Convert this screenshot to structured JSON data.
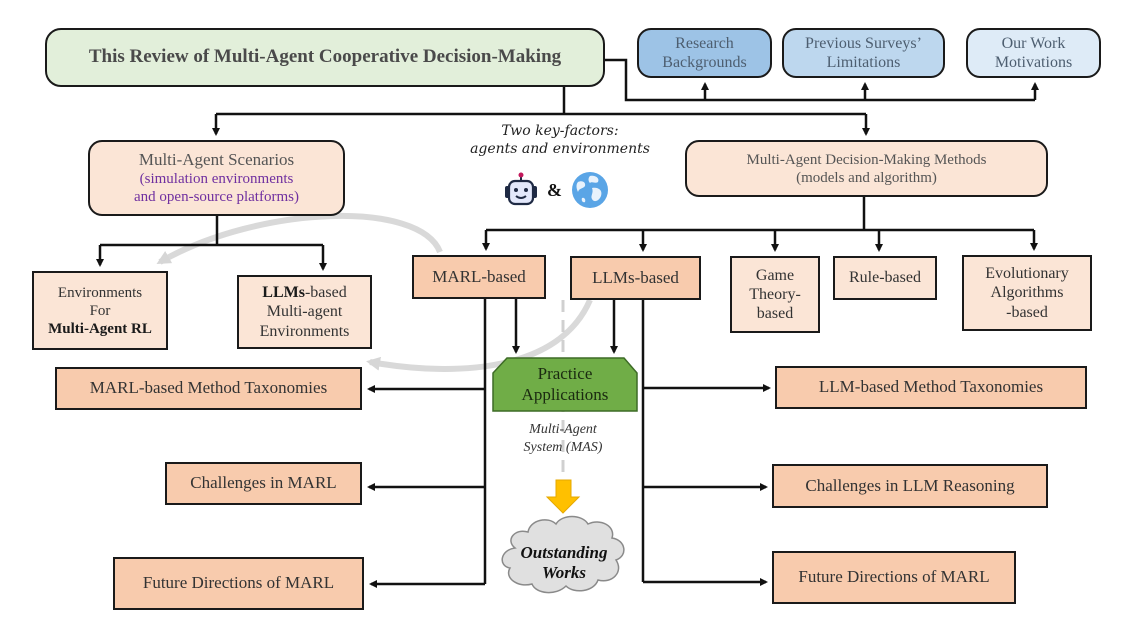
{
  "title": "This Review of Multi-Agent Cooperative Decision-Making",
  "intro_boxes": [
    {
      "line1": "Research",
      "line2": "Backgrounds",
      "color": "#9dc3e6"
    },
    {
      "line1": "Previous Surveys’",
      "line2": "Limitations",
      "color": "#bdd7ee"
    },
    {
      "line1": "Our Work",
      "line2": "Motivations",
      "color": "#deebf7"
    }
  ],
  "key_factors": {
    "line1": "Two key-factors:",
    "line2": "agents and environments",
    "ampersand": "&",
    "icons": [
      "robot-icon",
      "globe-icon"
    ]
  },
  "scenarios": {
    "title": "Multi-Agent Scenarios",
    "sub1": "(simulation environments",
    "sub2": "and open-source platforms)",
    "children": [
      {
        "line1": "Environments",
        "line2": "For",
        "line3_bold": "Multi-Agent RL"
      },
      {
        "line1_bold": "LLMs",
        "line1_rest": "-based",
        "line2": "Multi-agent",
        "line3": "Environments"
      }
    ]
  },
  "methods": {
    "title": "Multi-Agent Decision-Making Methods",
    "sub": "(models and algorithm)",
    "children": [
      {
        "label": "MARL-based"
      },
      {
        "label": "LLMs-based"
      },
      {
        "line1": "Game",
        "line2": "Theory-",
        "line3": "based"
      },
      {
        "label": "Rule-based"
      },
      {
        "line1": "Evolutionary",
        "line2": "Algorithms",
        "line3": "-based"
      }
    ]
  },
  "practice": {
    "line1": "Practice",
    "line2": "Applications",
    "note1": "Multi-Agent",
    "note2": "System (MAS)",
    "color": "#70ad47"
  },
  "outstanding": {
    "line1": "Outstanding",
    "line2": "Works"
  },
  "marl_branch": [
    "MARL-based Method Taxonomies",
    "Challenges in MARL",
    "Future Directions of MARL"
  ],
  "llm_branch": [
    "LLM-based Method Taxonomies",
    "Challenges in LLM Reasoning",
    "Future Directions of MARL"
  ]
}
